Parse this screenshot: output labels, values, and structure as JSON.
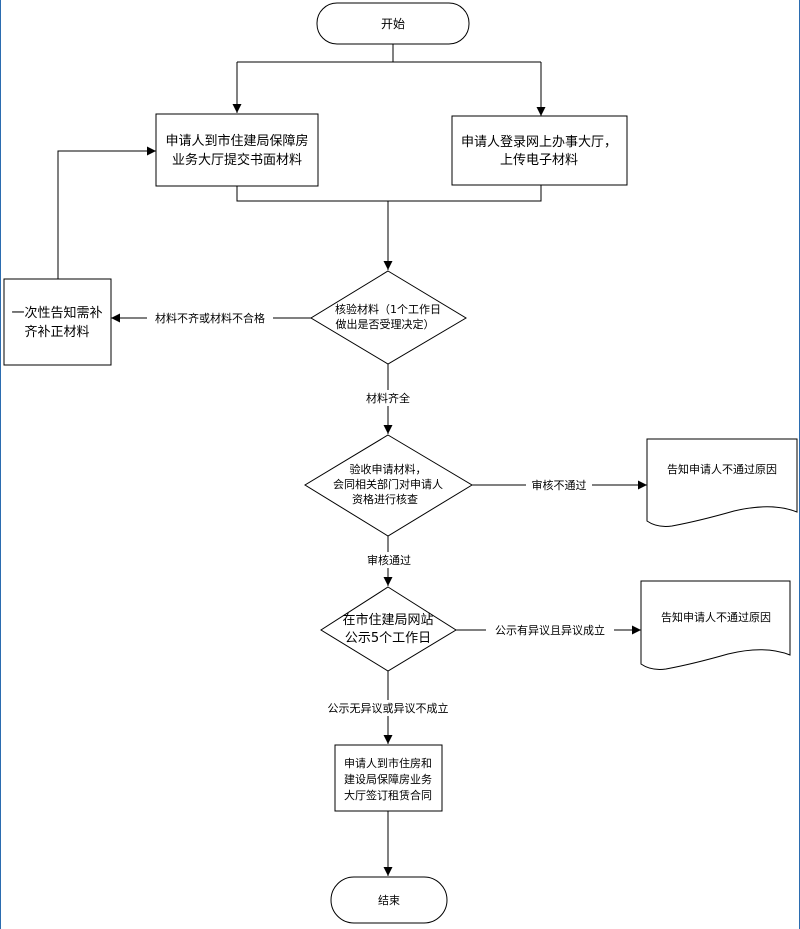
{
  "nodes": {
    "start": "开始",
    "submit_paper": [
      "申请人到市住建局保障房",
      "业务大厅提交书面材料"
    ],
    "upload_online": [
      "申请人登录网上办事大厅，",
      "上传电子材料"
    ],
    "verify": [
      "核验材料（1个工作日",
      "做出是否受理决定）"
    ],
    "notify_supplement": [
      "一次性告知需补",
      "齐补正材料"
    ],
    "review": [
      "验收申请材料，",
      "会同相关部门对申请人",
      "资格进行核查"
    ],
    "reject_1": "告知申请人不通过原因",
    "publicize": [
      "在市住建局网站",
      "公示5个工作日"
    ],
    "reject_2": "告知申请人不通过原因",
    "sign": [
      "申请人到市住房和",
      "建设局保障房业务",
      "大厅签订租赁合同"
    ],
    "end": "结束"
  },
  "edges": {
    "incomplete": "材料不齐或材料不合格",
    "complete": "材料齐全",
    "review_fail": "审核不通过",
    "review_pass": "审核通过",
    "objection": "公示有异议且异议成立",
    "no_objection": "公示无异议或异议不成立"
  }
}
